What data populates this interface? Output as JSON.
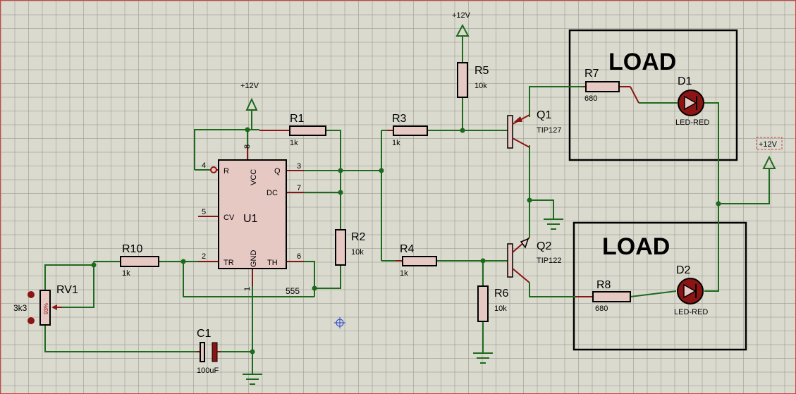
{
  "supply": {
    "label": "+12V"
  },
  "ic": {
    "name": "U1",
    "type": "555",
    "pins": {
      "reset": "R",
      "vcc": "VCC",
      "q": "Q",
      "dc": "DC",
      "cv": "CV",
      "tr": "TR",
      "gnd": "GND",
      "th": "TH"
    },
    "pin_numbers": {
      "reset": "4",
      "vcc": "8",
      "q": "3",
      "dc": "7",
      "cv": "5",
      "tr": "2",
      "gnd": "1",
      "th": "6"
    }
  },
  "resistors": {
    "r1": {
      "name": "R1",
      "value": "1k"
    },
    "r2": {
      "name": "R2",
      "value": "10k"
    },
    "r3": {
      "name": "R3",
      "value": "1k"
    },
    "r4": {
      "name": "R4",
      "value": "1k"
    },
    "r5": {
      "name": "R5",
      "value": "10k"
    },
    "r6": {
      "name": "R6",
      "value": "10k"
    },
    "r7": {
      "name": "R7",
      "value": "680"
    },
    "r8": {
      "name": "R8",
      "value": "680"
    },
    "r10": {
      "name": "R10",
      "value": "1k"
    }
  },
  "pot": {
    "name": "RV1",
    "value": "3k3",
    "setting": "93%"
  },
  "capacitor": {
    "name": "C1",
    "value": "100uF"
  },
  "transistors": {
    "q1": {
      "name": "Q1",
      "type": "TIP127"
    },
    "q2": {
      "name": "Q2",
      "type": "TIP122"
    }
  },
  "leds": {
    "d1": {
      "name": "D1",
      "type": "LED-RED"
    },
    "d2": {
      "name": "D2",
      "type": "LED-RED"
    }
  },
  "loads": {
    "top": "LOAD",
    "bottom": "LOAD"
  }
}
